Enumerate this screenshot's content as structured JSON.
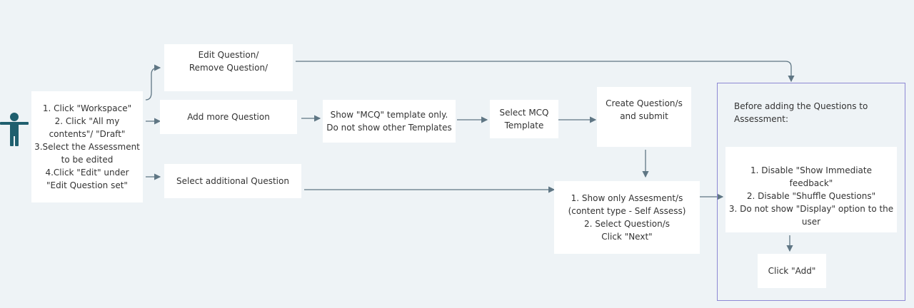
{
  "steps": {
    "start": "1. Click \"Workspace\"\n2. Click \"All my contents\"/ \"Draft\"\n3.Select the Assessment to be edited\n4.Click \"Edit\" under \"Edit Question set\"",
    "edit_remove": "Edit Question/\nRemove Question/",
    "add_more": "Add more Question",
    "select_additional": "Select additional Question",
    "mcq_only": "Show \"MCQ\" template only.\nDo not show other Templates",
    "select_mcq": "Select MCQ\nTemplate",
    "create_submit": "Create Question/s\nand submit",
    "show_assessments": "1. Show only Assesment/s\n(content type - Self Assess)\n2. Select Question/s\nClick \"Next\"",
    "disable_options": "1. Disable \"Show Immediate feedback\"\n2. Disable \"Shuffle Questions\"\n3. Do not show \"Display\" option to the user",
    "click_add": "Click \"Add\""
  },
  "group": {
    "note": "Before adding the Questions to\n Assessment:"
  },
  "colors": {
    "background": "#eef3f6",
    "box": "#ffffff",
    "connector": "#5f7684",
    "actor": "#1f5f6e",
    "group_border": "#8d88d4"
  },
  "icons": {
    "actor": "user-actor-icon"
  }
}
